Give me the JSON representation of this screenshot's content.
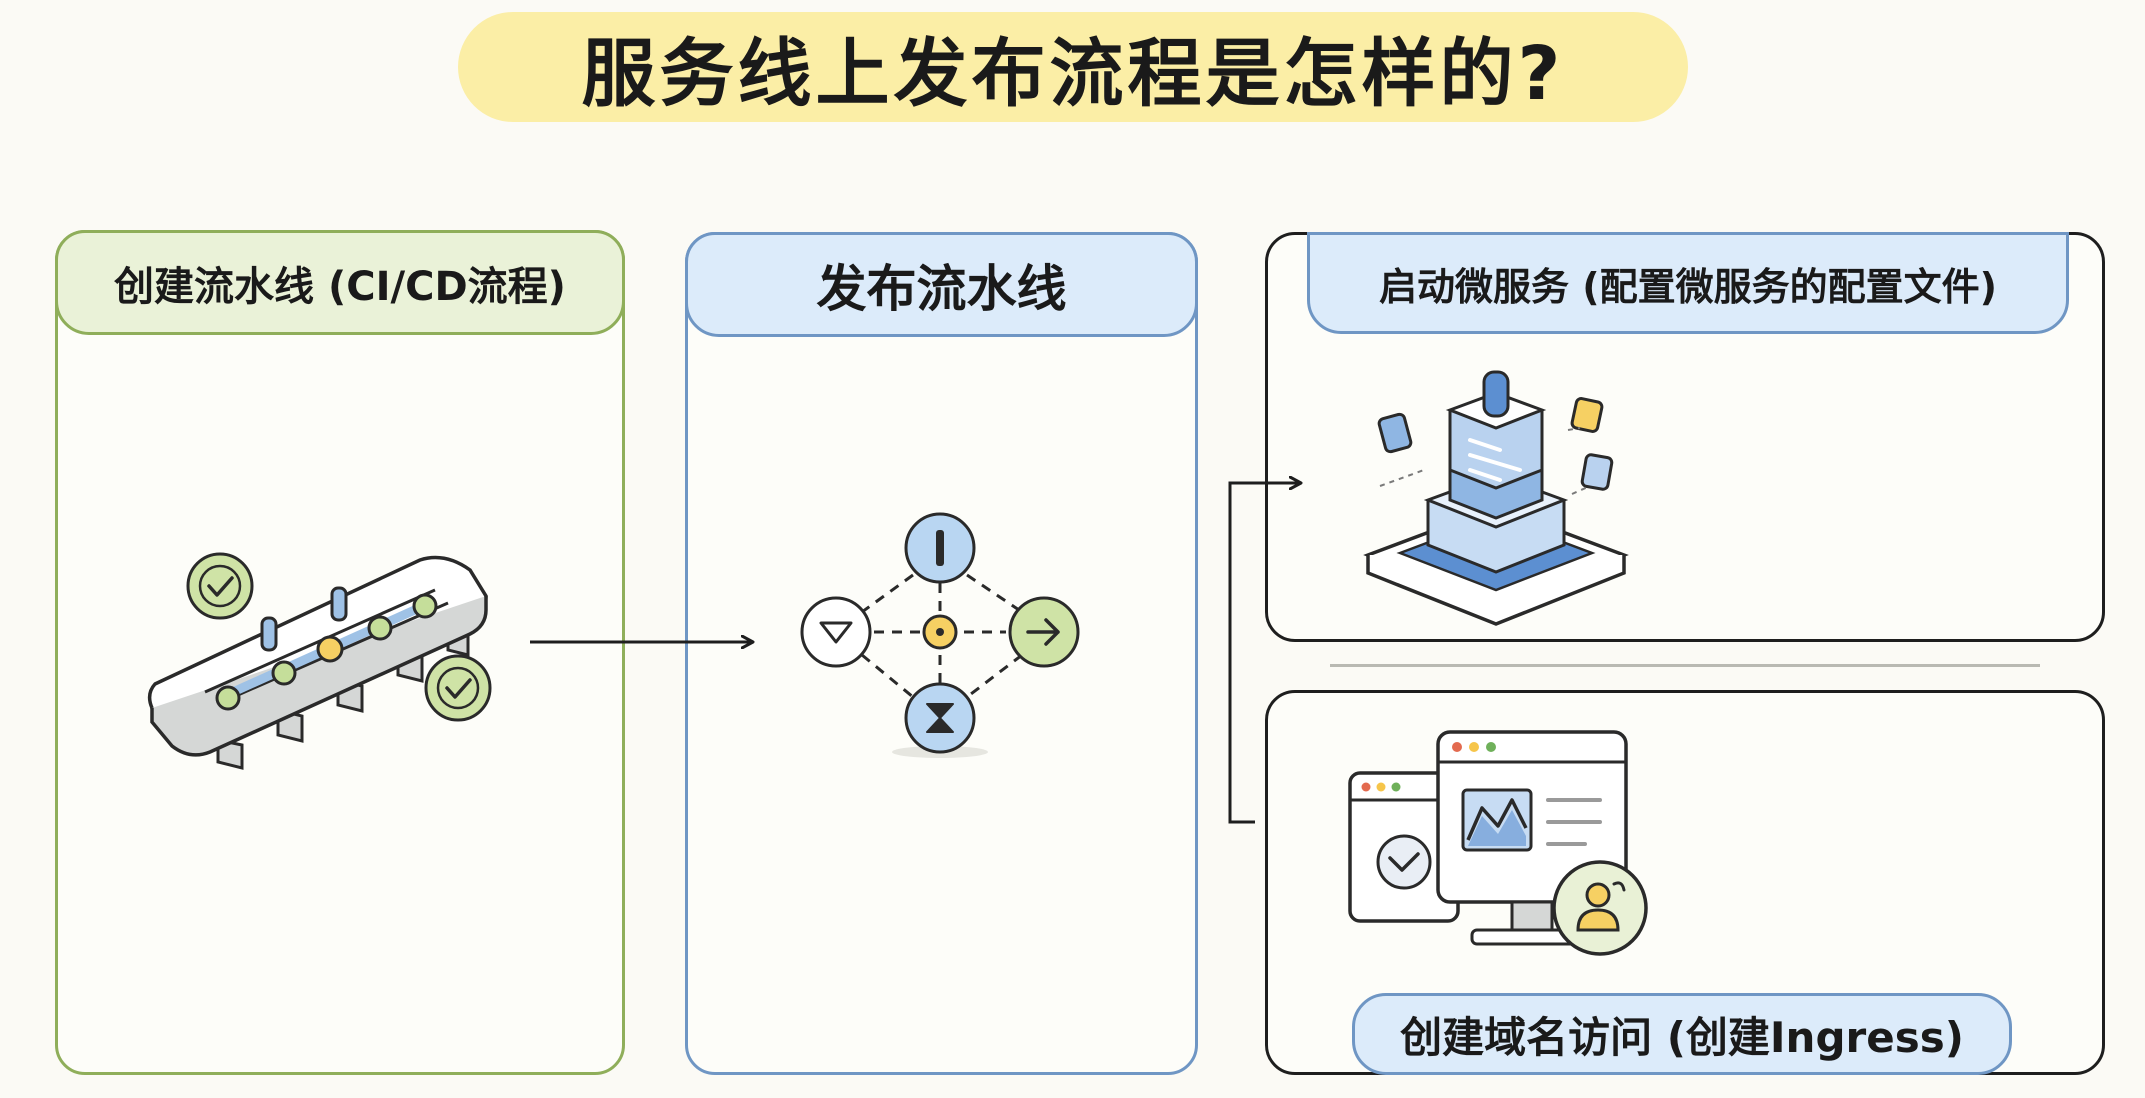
{
  "title": "服务线上发布流程是怎样的?",
  "panels": {
    "ci_cd": {
      "label": "创建流水线 (CI/CD流程)"
    },
    "release": {
      "label": "发布流水线"
    },
    "microservice": {
      "label": "启动微服务 (配置微服务的配置文件)"
    },
    "ingress": {
      "label": "创建域名访问 (创建Ingress)"
    }
  },
  "colors": {
    "green": "#8fae5a",
    "blue": "#6f96c4",
    "title_highlight": "#fbeea6",
    "dark": "#1e1e1e"
  }
}
